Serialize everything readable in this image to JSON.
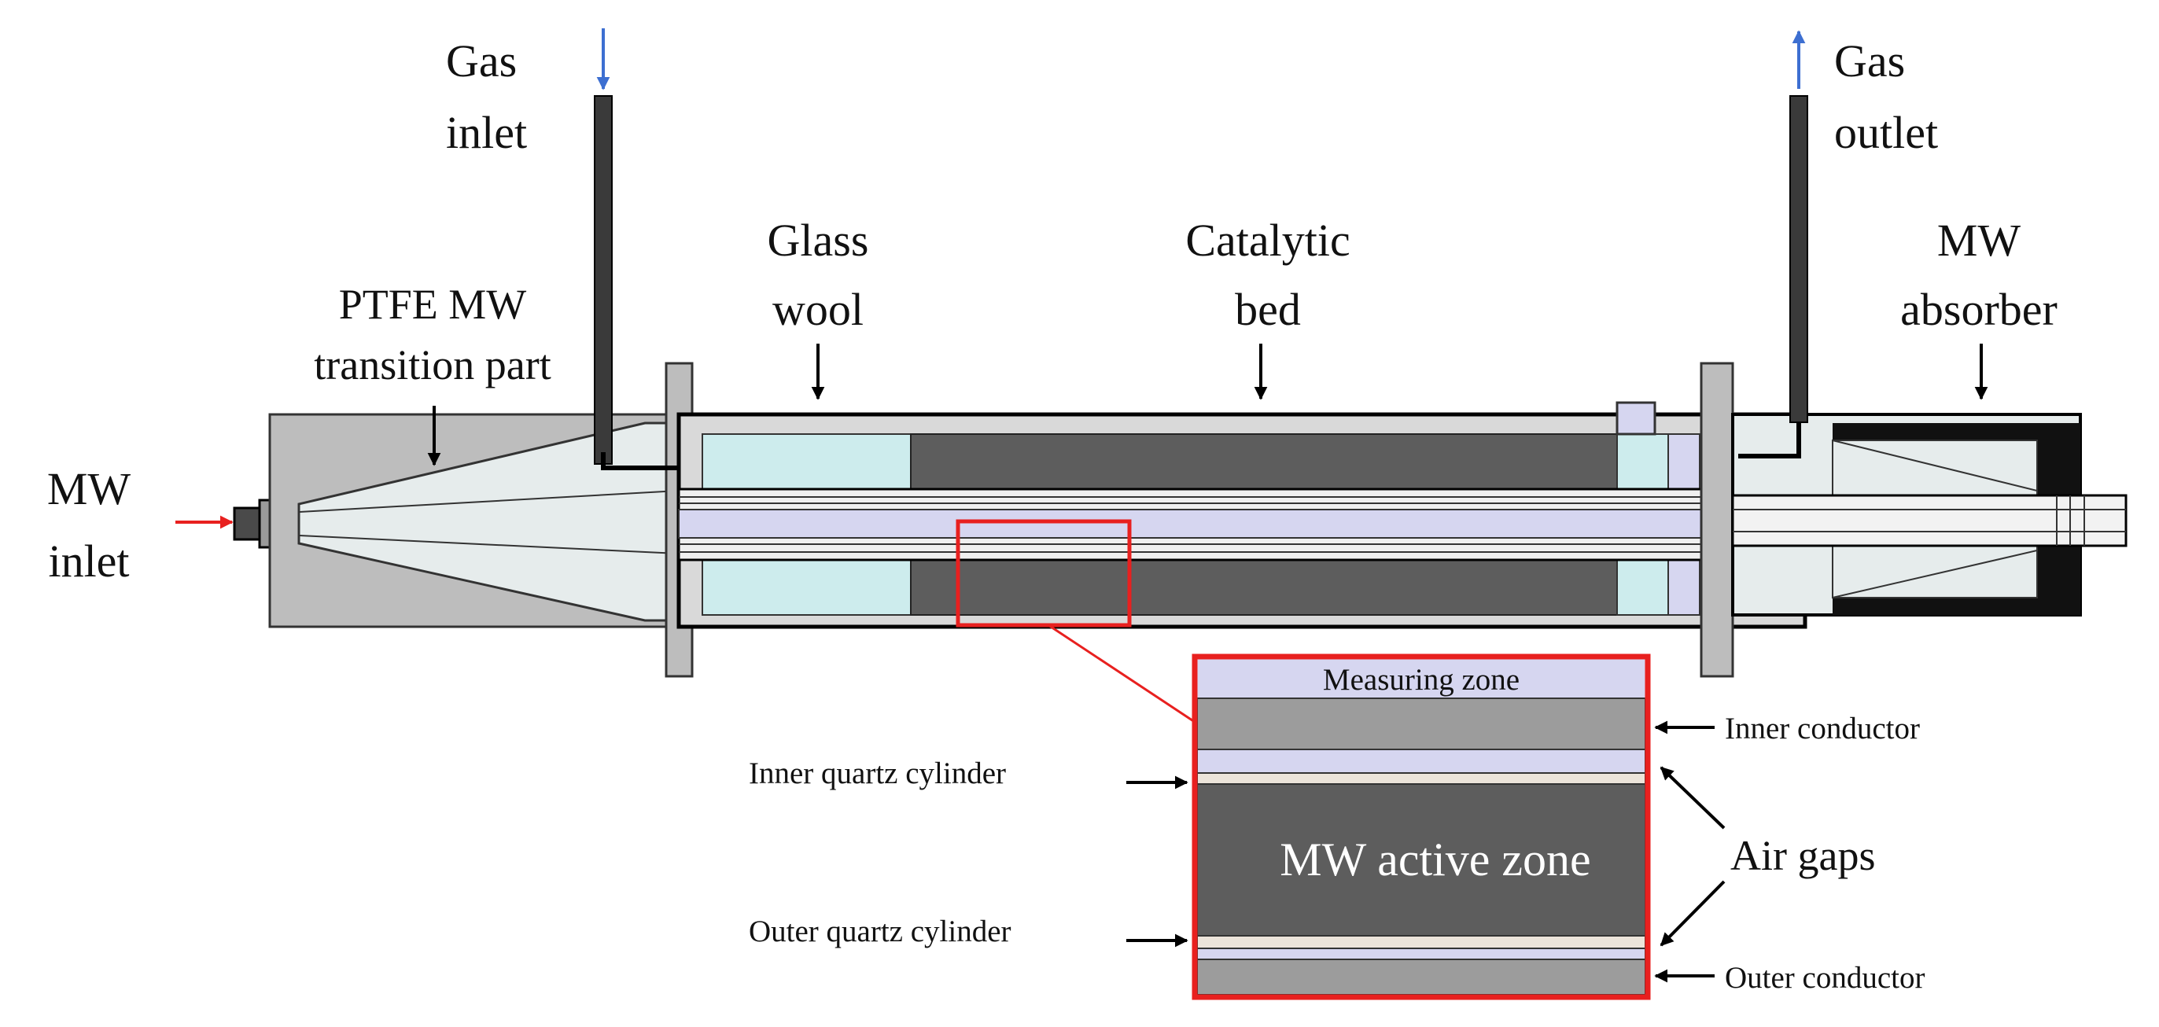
{
  "labels": {
    "gas_inlet": [
      "Gas",
      "inlet"
    ],
    "gas_outlet": [
      "Gas",
      "outlet"
    ],
    "glass_wool": [
      "Glass",
      "wool"
    ],
    "catalytic_bed": [
      "Catalytic",
      "bed"
    ],
    "mw_absorber": [
      "MW",
      "absorber"
    ],
    "ptfe_part": [
      "PTFE MW",
      "transition part"
    ],
    "mw_inlet": [
      "MW",
      "inlet"
    ]
  },
  "inset": {
    "measuring_zone": "Measuring zone",
    "mw_active_zone": "MW active zone",
    "inner_conductor": "Inner conductor",
    "inner_quartz_cylinder": "Inner quartz cylinder",
    "outer_quartz_cylinder": "Outer quartz cylinder",
    "air_gaps": "Air gaps",
    "outer_conductor": "Outer conductor"
  },
  "colors": {
    "housing": "#bdbdbd",
    "ptfe": "#e6ecec",
    "glass_wool": "#cdeced",
    "catalytic_bed": "#5d5d5d",
    "lavender": "#d6d6f0",
    "quartz": "#ece4da",
    "conductor": "#9c9c9c",
    "absorber": "#111111",
    "highlight": "#e8201f",
    "gas_inlet_arrow": "#3d6fd1",
    "mw_inlet_arrow": "#e8201f"
  }
}
